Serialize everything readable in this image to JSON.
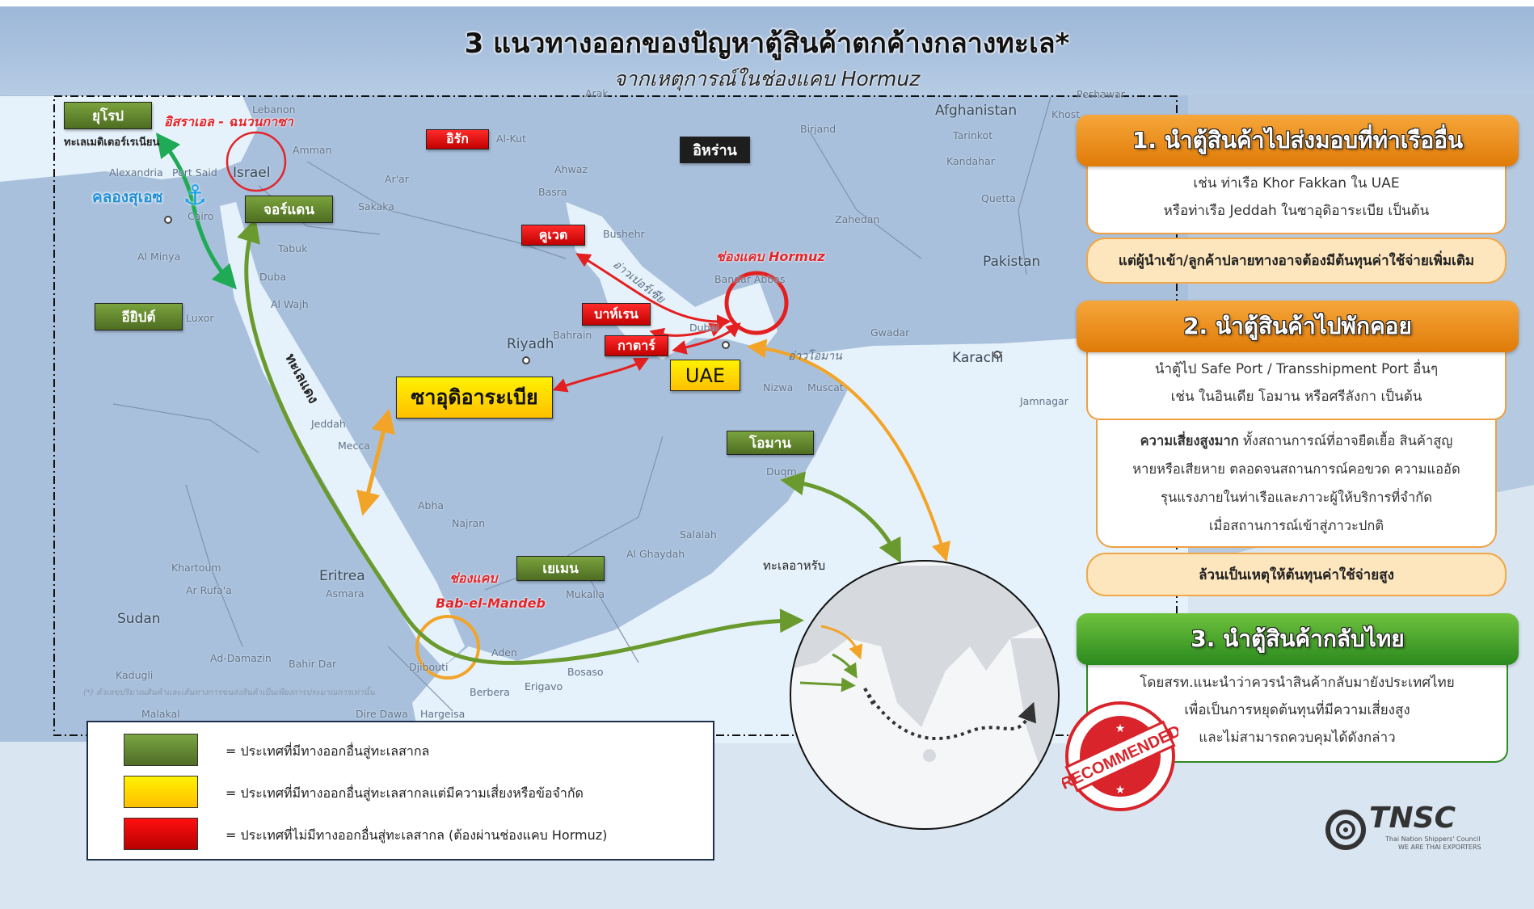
{
  "header": {
    "title": "3 แนวทางออกของปัญหาตู้สินค้าตกค้างกลางทะเล*",
    "subtitle": "จากเหตุการณ์ในช่องแคบ Hormuz"
  },
  "map": {
    "countries": {
      "europe": "ยุโรป",
      "egypt": "อียิปต์",
      "jordan": "จอร์แดน",
      "iraq": "อิรัก",
      "iran": "อิหร่าน",
      "kuwait": "คูเวต",
      "bahrain": "บาห์เรน",
      "qatar": "กาตาร์",
      "saudi": "ซาอุดิอาระเบีย",
      "uae": "UAE",
      "oman": "โอมาน",
      "yemen": "เยเมน"
    },
    "highlights": {
      "israel_gaza": "อิสราเอล - ฉนวนกาซา",
      "hormuz": "ช่องแคบ Hormuz",
      "bab_line1": "ช่องแคบ",
      "bab_line2": "Bab-el-Mandeb"
    },
    "waters": {
      "mediterranean": "ทะเลเมดิเตอร์เรเนียน",
      "suez": "คลองสุเอซ",
      "red_sea": "ทะเลแดง",
      "persian_gulf": "อ่าวเปอร์เซีย",
      "gulf_of_oman": "อ่าวโอมาน",
      "arabian_sea": "ทะเลอาหรับ"
    },
    "places": [
      "Lebanon",
      "Amman",
      "Israel",
      "Alexandria",
      "Port Said",
      "Cairo",
      "Al Minya",
      "Luxor",
      "Tabuk",
      "Duba",
      "Al Wajh",
      "Sakaka",
      "Ar'ar",
      "Arak",
      "Al-Kut",
      "Ahwaz",
      "Basra",
      "Bushehr",
      "Birjand",
      "Afghanistan",
      "Khost",
      "Peshawar",
      "Tarinkot",
      "Kandahar",
      "Quetta",
      "Zahedan",
      "Pakistan",
      "Karachi",
      "Gwadar",
      "Bandar Abbas",
      "Dubai",
      "Bahrain",
      "Riyadh",
      "Nizwa",
      "Muscat",
      "Duqm",
      "Salalah",
      "Al Ghaydah",
      "Mukalla",
      "Aden",
      "Bosaso",
      "Erigavo",
      "Berbera",
      "Djibouti",
      "Dire Dawa",
      "Hargeisa",
      "Eritrea",
      "Asmara",
      "Sudan",
      "Khartoum",
      "Ar Rufa'a",
      "Bahir Dar",
      "Ad-Damazin",
      "Kadugli",
      "Malakal",
      "Jeddah",
      "Mecca",
      "Abha",
      "Najran",
      "Jamnagar"
    ],
    "footnote": "(*) ตัวเลขปริมาณสินค้าและเส้นทางการขนส่งสินค้าเป็นเพียงการประมาณการเท่านั้น",
    "colors": {
      "land": "#a9c0dc",
      "sea": "#e6f2fb",
      "route_green": "#6a9a2e",
      "suez_green": "#1faa55",
      "orange": "#f2a428",
      "red": "#e41f1f"
    }
  },
  "legend": [
    {
      "text": "= ประเทศที่มีทางออกอื่นสู่ทะเลสากล",
      "color": "#5e8530"
    },
    {
      "text": "= ประเทศที่มีทางออกอื่นสู่ทะเลสากลแต่มีความเสี่ยงหรือข้อจำกัด",
      "color": "#ffd700"
    },
    {
      "text": "= ประเทศที่ไม่มีทางออกอื่นสู่ทะเลสากล (ต้องผ่านช่องแคบ Hormuz)",
      "color": "#e00000"
    }
  ],
  "options": [
    {
      "title": "1. นำตู้สินค้าไปส่งมอบที่ท่าเรืออื่น",
      "lines": [
        "เช่น ท่าเรือ Khor Fakkan ใน UAE",
        "หรือท่าเรือ Jeddah ในซาอุดิอาระเบีย เป็นต้น"
      ],
      "note": "แต่ผู้นำเข้า/ลูกค้าปลายทางอาจต้องมีต้นทุนค่าใช้จ่ายเพิ่มเติม"
    },
    {
      "title": "2. นำตู้สินค้าไปพักคอย",
      "lines": [
        "นำตู้ไป Safe Port / Transshipment Port อื่นๆ",
        "เช่น ในอินเดีย โอมาน หรือศรีลังกา เป็นต้น"
      ],
      "risk_bold": "ความเสี่ยงสูงมาก",
      "risk_lines": [
        "ทั้งสถานการณ์ที่อาจยืดเยื้อ สินค้าสูญ",
        "หายหรือเสียหาย ตลอดจนสถานการณ์คอขวด ความแออัด",
        "รุนแรงภายในท่าเรือและภาวะผู้ให้บริการที่จำกัด",
        "เมื่อสถานการณ์เข้าสู่ภาวะปกติ"
      ],
      "note": "ล้วนเป็นเหตุให้ต้นทุนค่าใช้จ่ายสูง"
    },
    {
      "title": "3. นำตู้สินค้ากลับไทย",
      "lines": [
        "โดยสรท.แนะนำว่าควรนำสินค้ากลับมายังประเทศไทย",
        "เพื่อเป็นการหยุดต้นทุนที่มีความเสี่ยงสูง",
        "และไม่สามารถควบคุมได้ดังกล่าว"
      ]
    }
  ],
  "stamp": "RECOMMENDED",
  "logo": {
    "name": "TNSC",
    "tagline1": "Thai Nation Shippers' Council",
    "tagline2": "WE ARE THAI EXPORTERS"
  },
  "icons": {
    "anchor": "anchor-icon"
  }
}
